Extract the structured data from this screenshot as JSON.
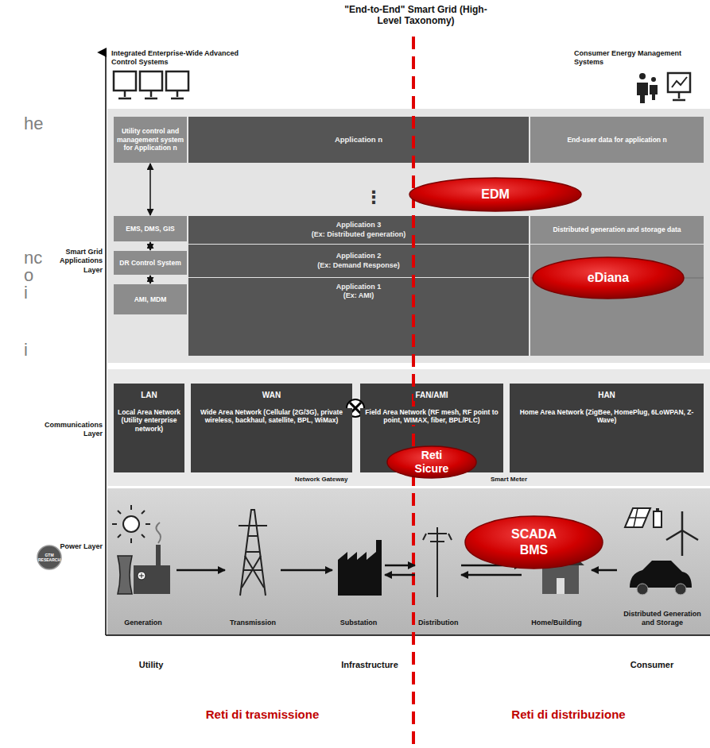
{
  "diagram": {
    "title": "\"End-to-End\" Smart Grid (High-Level Taxonomy)",
    "nodes": [
      {
        "text": [
          "Smart Grid Applications Layer"
        ]
      },
      {
        "text": [
          "Utility control and management system for Application n"
        ],
        "in": 0
      },
      {
        "text": [
          "Application n"
        ],
        "in": 0
      },
      {
        "text": [
          "End-user data for application n"
        ],
        "in": 0
      },
      {
        "text": [
          "EMS, DMS, GIS"
        ],
        "in": 0
      },
      {
        "text": [
          "Application 3",
          "(Ex: Distributed generation)"
        ],
        "in": 0
      },
      {
        "text": [
          "Distributed generation and storage data"
        ],
        "in": 0
      },
      {
        "text": [
          "DR Control System"
        ],
        "in": 0
      },
      {
        "text": [
          "Application 2",
          "(Ex: Demand Response)"
        ],
        "in": 0
      },
      {
        "text": [
          "AMI, MDM"
        ],
        "in": 0
      },
      {
        "text": [
          "Application 1",
          "(Ex: AMI)"
        ],
        "in": 0
      },
      {
        "text": [
          "Communications Layer"
        ]
      },
      {
        "text": [
          "LAN",
          "Local Area Network (Utility enterprise network)"
        ],
        "in": 11
      },
      {
        "text": [
          "WAN",
          "Wide Area Network (Cellular (2G/3G), private wireless, backhaul, satellite, BPL, WiMax)"
        ],
        "in": 11
      },
      {
        "text": [
          "FAN/AMI",
          "Field Area Network (RF mesh, RF point to point, WIMAX, fiber, BPL/PLC)"
        ],
        "in": 11
      },
      {
        "text": [
          "HAN",
          "Home Area Network (ZigBee, HomePlug, 6LoWPAN, Z-Wave)"
        ],
        "in": 11
      },
      {
        "text": [
          "Power Layer"
        ]
      },
      {
        "text": [
          "Generation"
        ],
        "in": 16
      },
      {
        "text": [
          "Transmission"
        ],
        "in": 16
      },
      {
        "text": [
          "Substation"
        ],
        "in": 16
      },
      {
        "text": [
          "Distribution"
        ],
        "in": 16
      },
      {
        "text": [
          "Home/Building"
        ],
        "in": 16
      },
      {
        "text": [
          "Distributed Generation and Storage"
        ],
        "in": 16
      },
      {
        "text": [
          "EDM"
        ]
      },
      {
        "text": [
          "eDiana"
        ]
      },
      {
        "text": [
          "Reti Sicure"
        ]
      },
      {
        "text": [
          "SCADA BMS"
        ]
      }
    ],
    "edges": [
      {
        "from": 1,
        "to": 4,
        "arrow": "both"
      },
      {
        "from": 4,
        "to": 7,
        "arrow": "both"
      },
      {
        "from": 7,
        "to": 9,
        "arrow": "both"
      },
      {
        "from": 17,
        "to": 18,
        "arrow": "to"
      },
      {
        "from": 18,
        "to": 19,
        "arrow": "to"
      },
      {
        "from": 19,
        "to": 20,
        "arrow": "to"
      },
      {
        "from": 20,
        "to": 19,
        "arrow": "to"
      },
      {
        "from": 20,
        "to": 21,
        "arrow": "to"
      },
      {
        "from": 21,
        "to": 20,
        "arrow": "to"
      },
      {
        "from": 22,
        "to": 21,
        "arrow": "to"
      }
    ],
    "labels": [
      "Integrated Enterprise-Wide Advanced Control Systems",
      "Consumer Energy Management Systems",
      "⋮",
      "Network Gateway",
      "Smart Meter",
      "Utility",
      "Infrastructure",
      "Consumer",
      "Reti di trasmissione",
      "Reti di distribuzione",
      "GTM RESEARCH",
      "he",
      "nc",
      "o",
      "i",
      "i"
    ]
  }
}
